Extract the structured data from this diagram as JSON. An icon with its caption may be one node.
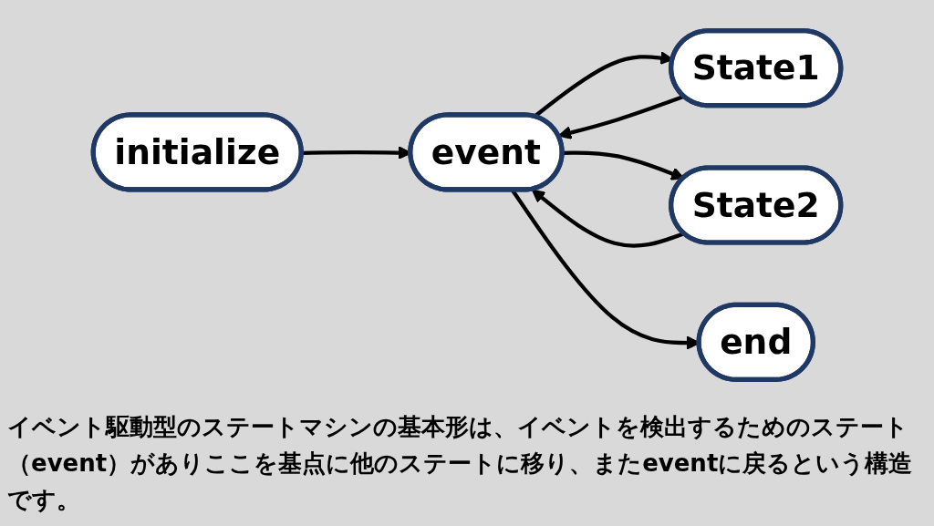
{
  "diagram": {
    "caption": "イベント駆動型のステートマシンの基本形は、イベントを検出するためのステート（event）がありここを基点に他のステートに移り、またeventに戻るという構造です。",
    "nodes": [
      {
        "text": [
          "initialize"
        ]
      },
      {
        "text": [
          "event"
        ]
      },
      {
        "text": [
          "State2"
        ]
      },
      {
        "text": [
          "end"
        ]
      },
      {
        "text": [
          "State1"
        ]
      }
    ],
    "edges": [
      {
        "from": 0,
        "to": 1,
        "arrow": "to"
      },
      {
        "from": 1,
        "to": 4,
        "arrow": "to"
      },
      {
        "from": 4,
        "to": 1,
        "arrow": "to"
      },
      {
        "from": 1,
        "to": 2,
        "arrow": "to"
      },
      {
        "from": 2,
        "to": 1,
        "arrow": "to"
      },
      {
        "from": 1,
        "to": 3,
        "arrow": "to"
      }
    ]
  }
}
